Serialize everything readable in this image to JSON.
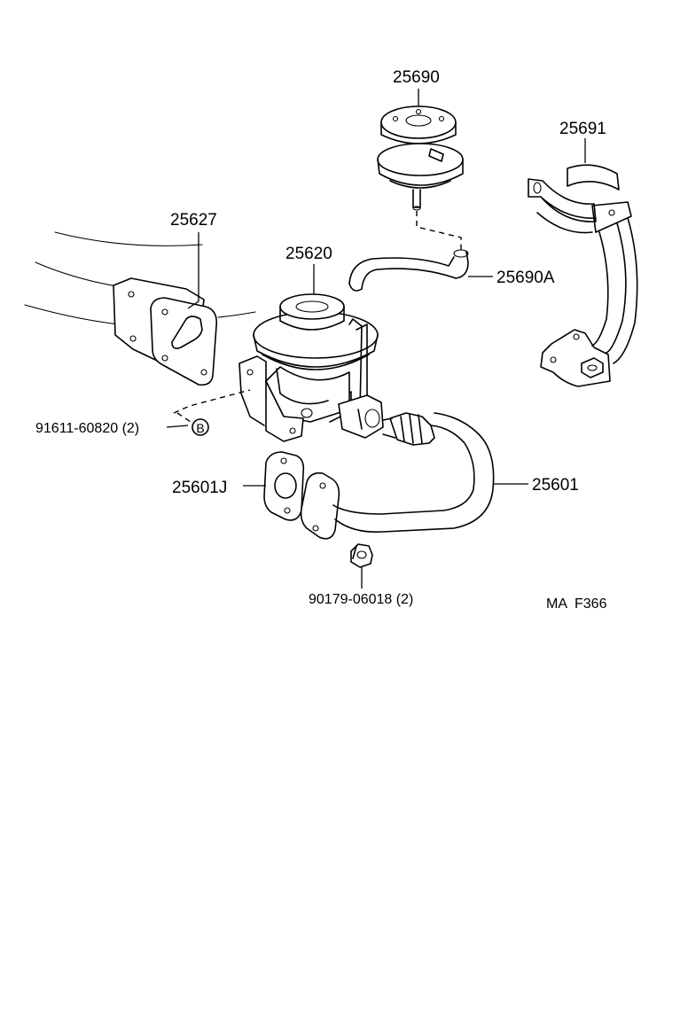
{
  "diagram": {
    "parts": [
      {
        "id": "vsv",
        "label": "25690"
      },
      {
        "id": "bracket",
        "label": "25691"
      },
      {
        "id": "gasket-plate",
        "label": "25627"
      },
      {
        "id": "egr-valve",
        "label": "25620"
      },
      {
        "id": "vacuum-hose",
        "label": "25690A"
      },
      {
        "id": "bolt",
        "label": "91611-60820 (2)"
      },
      {
        "id": "pipe-gasket",
        "label": "25601J"
      },
      {
        "id": "egr-pipe",
        "label": "25601"
      },
      {
        "id": "nut",
        "label": "90179-06018 (2)"
      }
    ],
    "callout_b": "B",
    "figure_code": "MA  F366"
  }
}
